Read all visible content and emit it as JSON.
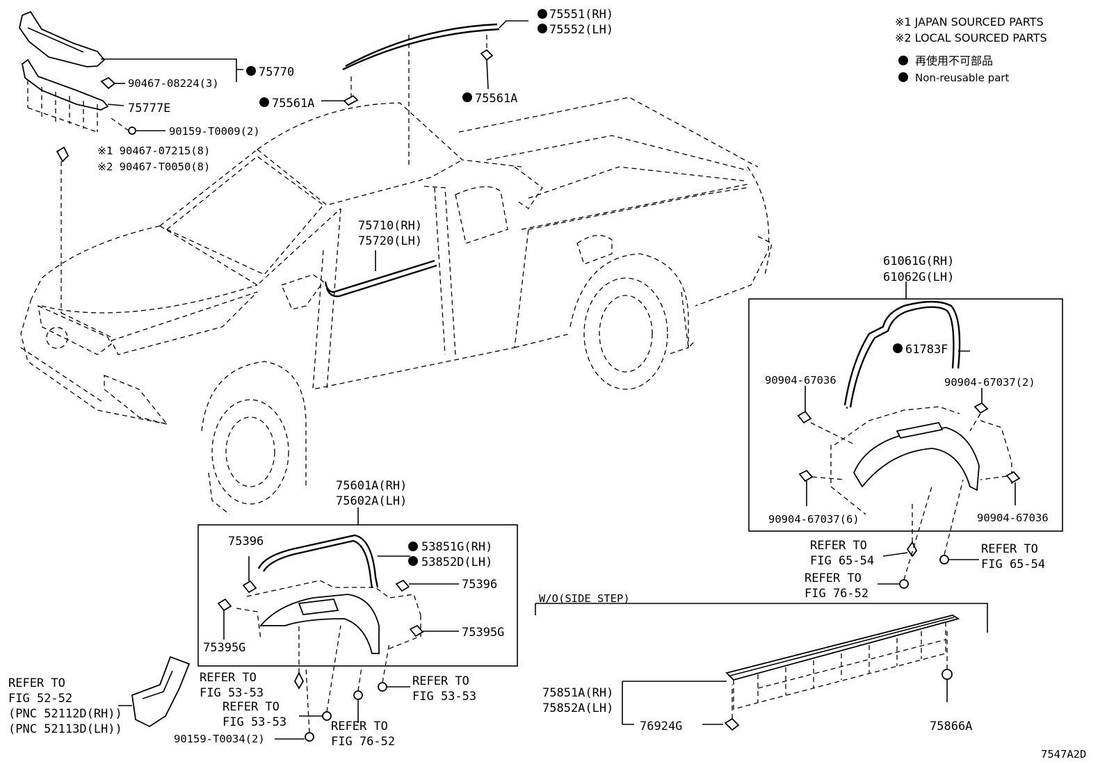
{
  "legend": {
    "note1": "※1 JAPAN SOURCED PARTS",
    "note2": "※2 LOCAL SOURCED PARTS",
    "nonreusable_jp": "再使用不可部品",
    "nonreusable_en": "Non-reusable part"
  },
  "callouts": {
    "c75551": "75551(RH)",
    "c75552": "75552(LH)",
    "c75770": "75770",
    "c90467_08224": "90467-08224(3)",
    "c75777E": "75777E",
    "c90159_T0009": "90159-T0009(2)",
    "c90467_07215": "※1 90467-07215(8)",
    "c90467_T0050": "※2 90467-T0050(8)",
    "c75561A_left": "75561A",
    "c75561A_right": "75561A",
    "c75710": "75710(RH)",
    "c75720": "75720(LH)",
    "c61061G": "61061G(RH)",
    "c61062G": "61062G(LH)",
    "c61783F": "61783F",
    "c90904_67036_a": "90904-67036",
    "c90904_67037_2": "90904-67037(2)",
    "c90904_67037_6": "90904-67037(6)",
    "c90904_67036_b": "90904-67036",
    "c75601A": "75601A(RH)",
    "c75602A": "75602A(LH)",
    "c75396_a": "75396",
    "c53851G": "53851G(RH)",
    "c53852D": "53852D(LH)",
    "c75396_b": "75396",
    "c75395G_a": "75395G",
    "c75395G_b": "75395G",
    "c75851A": "75851A(RH)",
    "c75852A": "75852A(LH)",
    "c76924G": "76924G",
    "c75866A": "75866A",
    "c90159_T0034": "90159-T0034(2)",
    "wo_side_step": "W/O(SIDE STEP)",
    "diagram_code": "7547A2D"
  },
  "refers": {
    "r1a": "REFER TO",
    "r1b": "FIG 65-54",
    "r2a": "REFER TO",
    "r2b": "FIG 65-54",
    "r3a": "REFER TO",
    "r3b": "FIG 76-52",
    "r4a": "REFER TO",
    "r4b": "FIG 53-53",
    "r5a": "REFER TO",
    "r5b": "FIG 53-53",
    "r6a": "REFER TO",
    "r6b": "FIG 53-53",
    "r7a": "REFER TO",
    "r7b": "FIG 76-52",
    "r8a": "REFER TO",
    "r8b": "FIG 52-52",
    "r8c": "(PNC 52112D(RH))",
    "r8d": "(PNC 52113D(LH))"
  },
  "icons": [
    "nonreusable-dot-icon",
    "clip-icon",
    "screw-icon",
    "truck-outline",
    "fender-flare",
    "rocker-moulding"
  ]
}
